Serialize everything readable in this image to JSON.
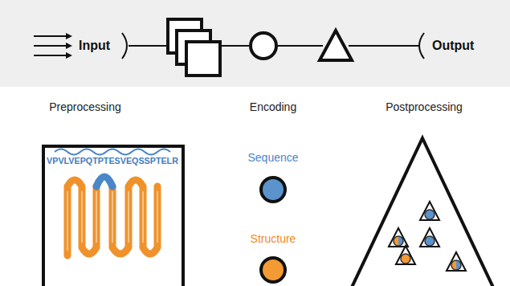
{
  "diagram": {
    "nodes": [
      {
        "text": [
          "Input",
          "Output"
        ]
      },
      {
        "text": [
          "Preprocessing",
          "VPVLVEPQTPTESVEQSSPTELR"
        ]
      },
      {
        "text": [
          "Postprocessing"
        ]
      }
    ],
    "labels": [
      "Encoding",
      "Sequence",
      "Structure"
    ]
  }
}
